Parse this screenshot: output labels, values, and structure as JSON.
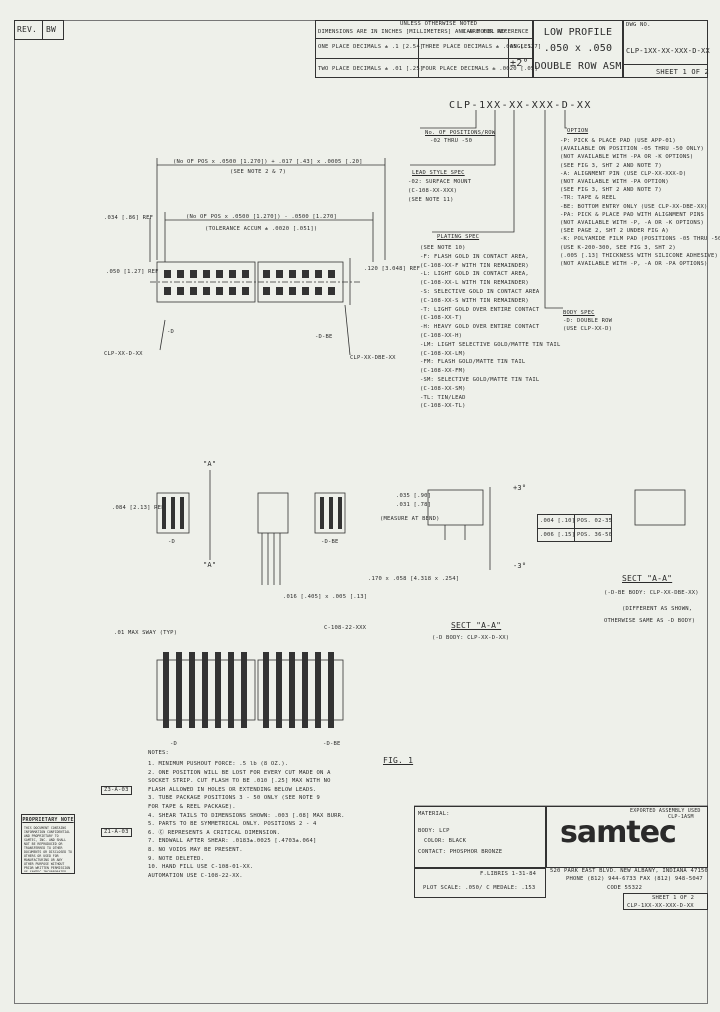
{
  "header": {
    "rev_label": "REV.",
    "rev_value": "BW",
    "tol_small_1": "UNLESS OTHERWISE NOTED",
    "tol_small_2": "DIMENSIONS ARE IN INCHES [MILLIMETERS] AND ARE FOR REFERENCE",
    "tol_small_3": "CAD MODEL NO.",
    "one_place": "ONE PLACE DECIMALS ± .1 [2.54]",
    "two_place": "TWO PLACE DECIMALS ± .01 [.25]",
    "three_place": "THREE PLACE DECIMALS ± .005 [.127]",
    "four_place": "FOUR PLACE DECIMALS ± .0020 [.05]",
    "angles_label": "ANGLES",
    "angles_value": "±2°",
    "title_line1": "LOW PROFILE",
    "title_line2": ".050 x .050",
    "title_line3": "DOUBLE ROW ASM",
    "dwg_no_label": "DWG NO.",
    "dwg_no": "CLP-1XX-XX-XXX-D-XX",
    "sheet": "SHEET 1 OF 2"
  },
  "part_number": {
    "pattern": "CLP-1XX-XX-XXX-D-XX",
    "no_positions_title": "No. OF POSITIONS/ROW",
    "no_positions_value": "-02 THRU -50",
    "lead_style_title": "LEAD STYLE SPEC",
    "lead_style_lines": [
      "-02: SURFACE MOUNT",
      "(C-108-XX-XXX)",
      "(SEE NOTE 11)"
    ],
    "option_title": "OPTION",
    "option_lines": [
      "-P: PICK & PLACE PAD (USE APP-01)",
      "(AVAILABLE ON POSITION -05 THRU -50 ONLY)",
      "(NOT AVAILABLE WITH -PA OR -K OPTIONS)",
      "(SEE FIG 3, SHT 2 AND NOTE 7)",
      "-A: ALIGNMENT PIN (USE CLP-XX-XXX-D)",
      "(NOT AVAILABLE WITH -PA OPTION)",
      "(SEE FIG 3, SHT 2 AND NOTE 7)",
      "-TR: TAPE & REEL",
      "-BE: BOTTOM ENTRY ONLY (USE CLP-XX-DBE-XX)",
      "-PA: PICK & PLACE PAD WITH ALIGNMENT PINS",
      "(NOT AVAILABLE WITH -P, -A OR -K OPTIONS)",
      "(SEE PAGE 2, SHT 2 UNDER FIG A)",
      "-K: POLYAMIDE FILM PAD (POSITIONS -05 THRU -50 ONLY)",
      "(USE K-200-300, SEE FIG 3, SHT 2)",
      "(.005 [.13] THICKNESS WITH SILICONE ADHESIVE)",
      "(NOT AVAILABLE WITH -P, -A OR -PA OPTIONS)"
    ],
    "plating_title": "PLATING SPEC",
    "plating_lines": [
      "(SEE NOTE 10)",
      "-F: FLASH GOLD IN CONTACT AREA,",
      "(C-108-XX-F WITH TIN REMAINDER)",
      "-L: LIGHT GOLD IN CONTACT AREA,",
      "(C-108-XX-L WITH TIN REMAINDER)",
      "-S: SELECTIVE GOLD IN CONTACT AREA",
      "(C-108-XX-S WITH TIN REMAINDER)",
      "-T: LIGHT GOLD OVER ENTIRE CONTACT",
      "(C-108-XX-T)",
      "-H: HEAVY GOLD OVER ENTIRE CONTACT",
      "(C-108-XX-H)",
      "-LM: LIGHT SELECTIVE GOLD/MATTE TIN TAIL",
      "(C-108-XX-LM)",
      "-FM: FLASH GOLD/MATTE TIN TAIL",
      "(C-108-XX-FM)",
      "-SM: SELECTIVE GOLD/MATTE TIN TAIL",
      "(C-108-XX-SM)",
      "-TL: TIN/LEAD",
      "(C-108-XX-TL)"
    ],
    "body_title": "BODY SPEC",
    "body_lines": [
      "-D: DOUBLE ROW",
      "(USE CLP-XX-D)"
    ]
  },
  "dims": {
    "d1": "(No OF POS x .0500 [1.270]) + .017 [.43] x .0005 [.20]",
    "d1_note": "(SEE NOTE 2 & 7)",
    "d2": "(No OF POS x .0500 [1.270]) - .0500 [1.270]",
    "d2_tol": "(TOLERANCE ACCUM ± .0020 [.051])",
    "ref1": ".034 [.86] REF",
    "ref2": ".050 [1.27] REF",
    "ref3": ".120 [3.048] REF",
    "lbl_d": "-D",
    "lbl_dbe": "-D-BE",
    "clp_d": "CLP-XX-D-XX",
    "clp_dbe": "CLP-XX-DBE-XX",
    "ref_side": ".084 [2.13] REF",
    "view_a": "\"A\"",
    "dim_016": ".016 [.405] x .005 [.13]",
    "max_sway": ".01 MAX SWAY (TYP)",
    "c108": "C-108-22-XXX",
    "dim_170": ".170 x .058 [4.318 x .254]",
    "measure": "(MEASURE AT BEND)",
    "dim_035": ".035 [.90]",
    "dim_031": ".031 [.78]",
    "angle_pos": "+3°",
    "angle_neg": "-3°",
    "tol_004": ".004 [.10]",
    "pos_0238": "POS. 02-35",
    "tol_006": ".006 [.15]",
    "pos_3650": "POS. 36-50",
    "sect_left": "SECT \"A-A\"",
    "sect_left_sub": "(-D BODY: CLP-XX-D-XX)",
    "sect_right": "SECT \"A-A\"",
    "sect_right_sub1": "(-D-BE BODY: CLP-XX-DBE-XX)",
    "sect_right_sub2": "(DIFFERENT AS SHOWN,",
    "sect_right_sub3": "OTHERWISE SAME AS -D BODY)",
    "fig": "FIG. 1"
  },
  "notes": {
    "title": "NOTES:",
    "items": [
      "1. MINIMUM PUSHOUT FORCE: .5 lb (8 OZ.).",
      "2. ONE POSITION WILL BE LOST FOR EVERY CUT MADE ON A",
      "   SOCKET STRIP. CUT FLASH TO BE .010 [.25] MAX WITH NO",
      "   FLASH ALLOWED IN HOLES OR EXTENDING BELOW LEADS.",
      "3. TUBE PACKAGE POSITIONS 3 - 50 ONLY (SEE NOTE 9",
      "   FOR TAPE & REEL PACKAGE).",
      "4. SHEAR TAILS TO DIMENSIONS SHOWN: .003 [.08] MAX BURR.",
      "5. PARTS TO BE SYMMETRICAL ONLY. POSITIONS 2 - 4",
      "6. Ⓒ REPRESENTS A CRITICAL DIMENSION.",
      "7. ENDWALL AFTER SHEAR: .0183±.0025 [.4703±.064]",
      "8. NO VOIDS MAY BE PRESENT.",
      "9. NOTE DELETED.",
      "10. HAND FILL USE C-108-01-XX.",
      "    AUTOMATION USE C-108-22-XX."
    ],
    "tag1": "Z3-A-03",
    "tag2": "Z1-A-03"
  },
  "material": {
    "title": "MATERIAL:",
    "body": "BODY: LCP",
    "color": "COLOR: BLACK",
    "contact": "CONTACT: PHOSPHOR BRONZE"
  },
  "footer": {
    "proprietary_title": "PROPRIETARY NOTE",
    "proprietary_text": "THIS DOCUMENT CONTAINS INFORMATION CONFIDENTIAL AND PROPRIETARY TO SAMTEC, INC. AND SHALL NOT BE REPRODUCED OR TRANSFERRED TO OTHER DOCUMENTS OR DISCLOSED TO OTHERS OR USED FOR MANUFACTURING OR ANY OTHER PURPOSE WITHOUT PRIOR WRITTEN PERMISSION OF SAMTEC INCORPORATED.",
    "exported": "EXPORTED ASSEMBLY USED",
    "ref_no": "CLP-1ASM",
    "logo": "samtec",
    "address": "520 PARK EAST BLVD. NEW ALBANY, INDIANA 47150",
    "phone": "PHONE (812) 944-6733  FAX (812) 948-5047",
    "code": "CODE 55322",
    "drawn": "F.LIBRIS  1-31-84",
    "plot_scale": "PLOT SCALE: .050/ C MEDALE: .153",
    "sheet_bottom": "SHEET 1 OF 2",
    "dwg_bottom": "CLP-1XX-XX-XXX-D-XX"
  }
}
